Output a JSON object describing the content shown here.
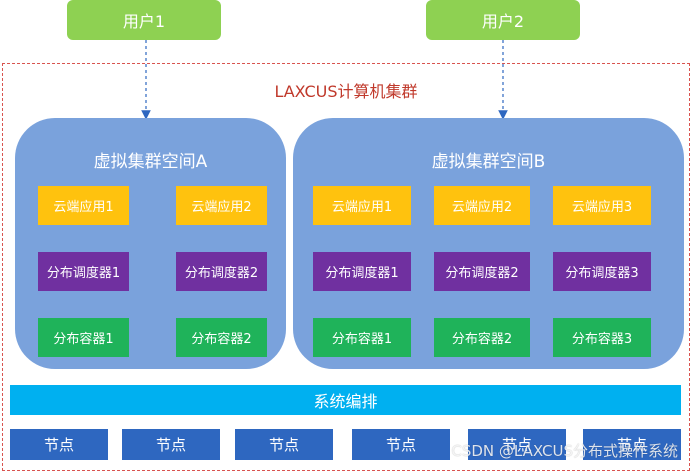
{
  "users": [
    "用户1",
    "用户2"
  ],
  "cluster_title": "LAXCUS计算机集群",
  "spaces": [
    {
      "title": "虚拟集群空间A",
      "apps": [
        "云端应用1",
        "云端应用2"
      ],
      "schedulers": [
        "分布调度器1",
        "分布调度器2"
      ],
      "containers": [
        "分布容器1",
        "分布容器2"
      ]
    },
    {
      "title": "虚拟集群空间B",
      "apps": [
        "云端应用1",
        "云端应用2",
        "云端应用3"
      ],
      "schedulers": [
        "分布调度器1",
        "分布调度器2",
        "分布调度器3"
      ],
      "containers": [
        "分布容器1",
        "分布容器2",
        "分布容器3"
      ]
    }
  ],
  "orchestration": "系统编排",
  "nodes": [
    "节点",
    "节点",
    "节点",
    "节点",
    "节点",
    "节点"
  ],
  "watermark": "CSDN @LAXCUS分布式操作系统",
  "colors": {
    "user": "#8ed152",
    "space": "#7aa2dc",
    "app": "#ffc20e",
    "scheduler": "#7030a0",
    "container": "#1fb35a",
    "orchestration": "#00b0f0",
    "node": "#2e67c0",
    "frame_border": "#d9534f"
  }
}
